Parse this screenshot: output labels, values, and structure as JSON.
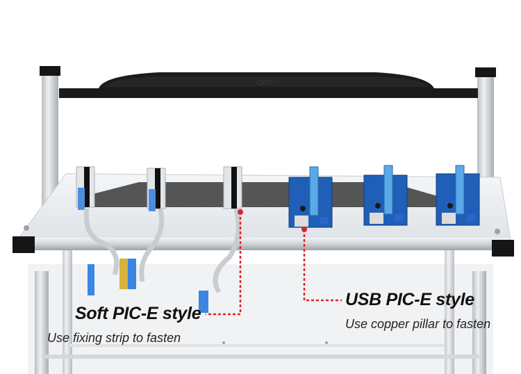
{
  "callouts": {
    "soft": {
      "title": "Soft PIC-E style",
      "subtitle": "Use fixing strip to fasten"
    },
    "usb": {
      "title": "USB PIC-E style",
      "subtitle": "Use copper pillar to fasten"
    }
  },
  "colors": {
    "callout_line": "#d9262b",
    "riser_board": "#1f5fb8",
    "pcie_slot": "#5aa9e8",
    "aluminum": "#c9ccd0",
    "black_bar": "#1a1a1a"
  }
}
